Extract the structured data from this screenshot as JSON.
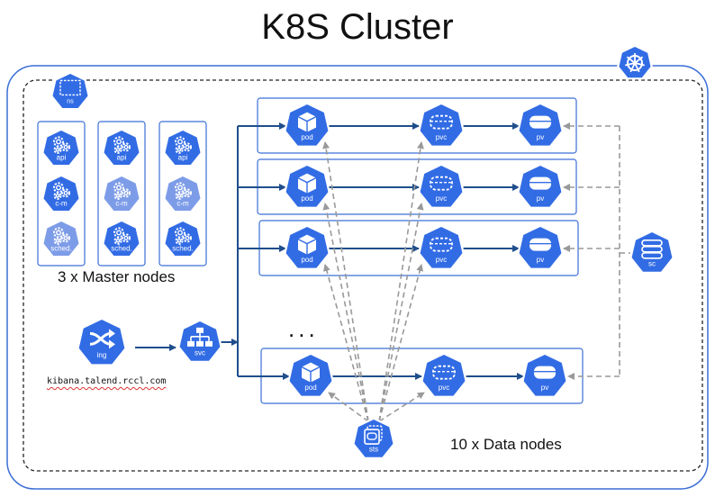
{
  "title": "K8S Cluster",
  "namespace_label": "ns",
  "masters_caption": "3 x Master nodes",
  "data_caption": "10 x Data nodes",
  "ellipsis": "...",
  "ingress": {
    "label": "ing",
    "host": "kibana.talend.rccl.com"
  },
  "service_label": "svc",
  "statefulset_label": "sts",
  "storageclass_label": "sc",
  "master_nodes": [
    [
      "api",
      "c-m",
      "sched."
    ],
    [
      "api",
      "c-m",
      "sched."
    ],
    [
      "api",
      "c-m",
      "sched."
    ]
  ],
  "data_row_labels": {
    "pod": "pod",
    "pvc": "pvc",
    "pv": "pv"
  },
  "colors": {
    "k8s_blue": "#326ce5",
    "faded_blue": "#7d9ce8",
    "border": "#3b6fd6",
    "arrow": "#1f4e8c",
    "dashed": "#999999"
  },
  "icons": [
    "kubernetes-wheel-icon",
    "namespace-icon",
    "gears-icon",
    "cube-icon",
    "volume-claim-icon",
    "volume-icon",
    "shuffle-icon",
    "hierarchy-icon",
    "storage-class-icon",
    "statefulset-icon"
  ]
}
